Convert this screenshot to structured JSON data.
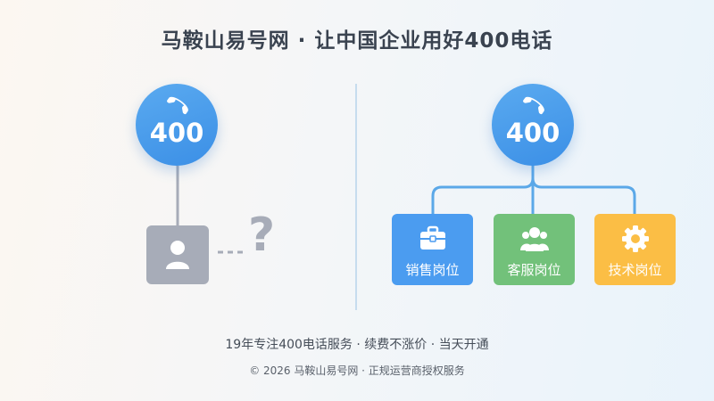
{
  "header": {
    "title": "马鞍山易号网 · 让中国企业用好400电话"
  },
  "left": {
    "number_label": "400",
    "question_mark": "?"
  },
  "right": {
    "number_label": "400",
    "roles": [
      {
        "label": "销售岗位",
        "icon": "briefcase-icon",
        "color": "#4b9cf0"
      },
      {
        "label": "客服岗位",
        "icon": "users-icon",
        "color": "#72c17a"
      },
      {
        "label": "技术岗位",
        "icon": "gear-icon",
        "color": "#fbbe45"
      }
    ]
  },
  "footer": {
    "tagline": "19年专注400电话服务 · 续费不涨价 · 当天开通",
    "copyright": "© 2026 马鞍山易号网 · 正规运营商授权服务"
  },
  "colors": {
    "circle_blue": "#3b8fe6",
    "line_gray": "#a7acb8",
    "line_blue": "#5ba8e8"
  }
}
